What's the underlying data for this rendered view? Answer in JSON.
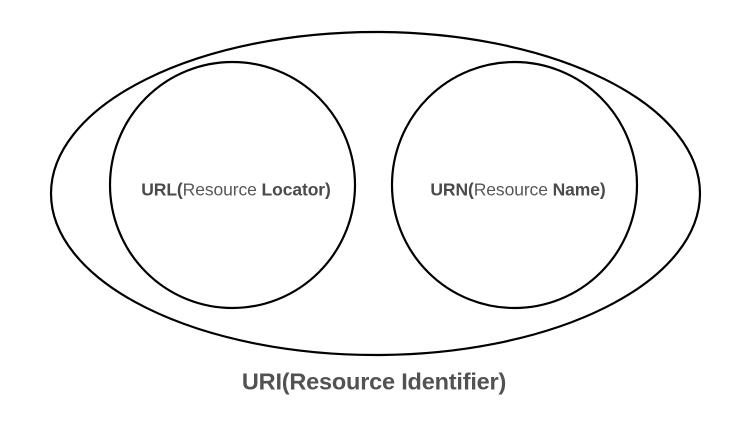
{
  "diagram": {
    "type": "venn-subset",
    "title": "URI(Resource Identifier)",
    "background_color": "#ffffff",
    "stroke_color": "#000000",
    "text_color": "#4a4a4a",
    "outer_set": {
      "name": "uri",
      "caption_prefix": "URI(Resource Identifier)",
      "label_bold": "URI(Resource Identifier)"
    },
    "inner_sets": [
      {
        "name": "url",
        "acronym": "URL(",
        "middle": "Resource ",
        "tail": "Locator)"
      },
      {
        "name": "urn",
        "acronym": "URN(",
        "middle": "Resource ",
        "tail": "Name)"
      }
    ]
  }
}
